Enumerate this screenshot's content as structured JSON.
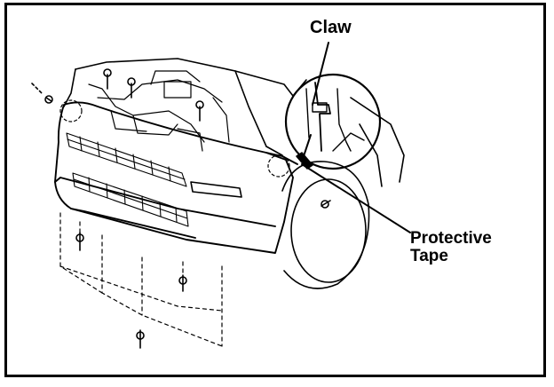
{
  "labels": {
    "claw": "Claw",
    "protective_tape_line1": "Protective",
    "protective_tape_line2": "Tape"
  },
  "colors": {
    "ink": "#000000",
    "paper": "#ffffff"
  }
}
